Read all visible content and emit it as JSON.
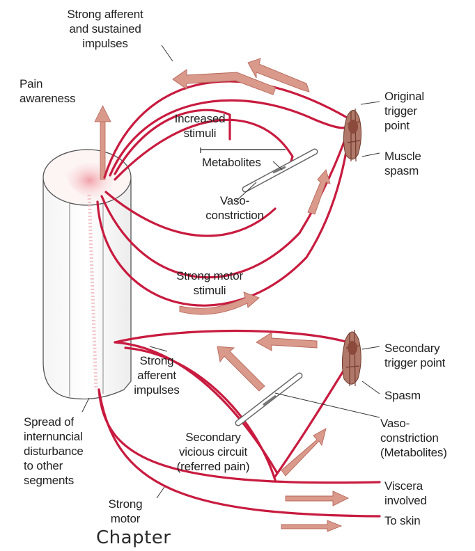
{
  "labels": {
    "strong_afferent_sustained": "Strong afferent\nand sustained\nimpulses",
    "pain_awareness": "Pain\nawareness",
    "increased_stimuli": "Increased\nstimuli",
    "metabolites": "Metabolites",
    "vasoconstriction_upper": "Vaso-\nconstriction",
    "original_trigger_point": "Original\ntrigger\npoint",
    "muscle_spasm": "Muscle\nspasm",
    "strong_motor_stimuli": "Strong motor\nstimuli",
    "strong_afferent_impulses": "Strong\nafferent\nimpulses",
    "secondary_trigger_point": "Secondary\ntrigger point",
    "spasm": "Spasm",
    "spread_internuncial": "Spread of\ninternuncial\ndisturbance\nto other\nsegments",
    "secondary_vicious_circuit": "Secondary\nvicious circuit\n(referred pain)",
    "vasoconstriction_metabolites": "Vaso-\nconstriction\n(Metabolites)",
    "viscera_involved": "Viscera\ninvolved",
    "strong_motor": "Strong\nmotor",
    "to_skin": "To skin"
  },
  "footer": {
    "text": "Chapter"
  },
  "colors": {
    "nerve_line": "#c81b3f",
    "arrow_fill": "#d9998b",
    "arrow_stroke": "#b7675a",
    "muscle": "#8b4a3c",
    "cord_shade": "#f3c9c9"
  }
}
